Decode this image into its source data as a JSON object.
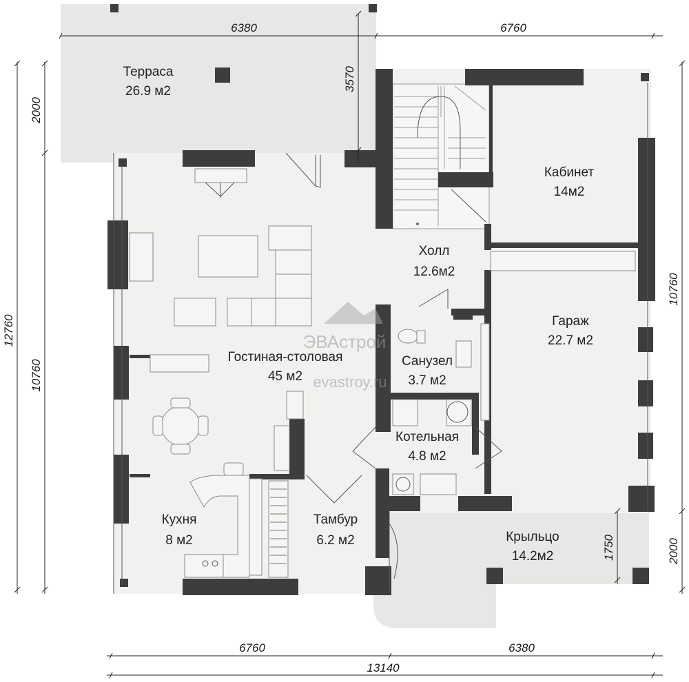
{
  "rooms": {
    "terrace": {
      "name": "Терраса",
      "area": "26.9 м2"
    },
    "living": {
      "name": "Гостиная-столовая",
      "area": "45  м2"
    },
    "cabinet": {
      "name": "Кабинет",
      "area": "14м2"
    },
    "hall": {
      "name": "Холл",
      "area": "12.6м2"
    },
    "garage": {
      "name": "Гараж",
      "area": "22.7 м2"
    },
    "bathroom": {
      "name": "Санузел",
      "area": "3.7 м2"
    },
    "boiler": {
      "name": "Котельная",
      "area": "4.8 м2"
    },
    "kitchen": {
      "name": "Кухня",
      "area": "8 м2"
    },
    "vestibule": {
      "name": "Тамбур",
      "area": "6.2 м2"
    },
    "porch": {
      "name": "Крыльцо",
      "area": "14.2м2"
    }
  },
  "dimensions": {
    "top_left": "6380",
    "top_right": "6760",
    "terrace_depth": "3570",
    "left_outer": "12760",
    "left_upper": "2000",
    "left_lower": "10760",
    "right_upper": "10760",
    "right_lower": "2000",
    "porch_depth": "1750",
    "bottom_left": "6760",
    "bottom_right": "6380",
    "bottom_total": "13140"
  },
  "watermark": {
    "brand": "ЭВАстрой",
    "url": "evastroy.ru"
  }
}
